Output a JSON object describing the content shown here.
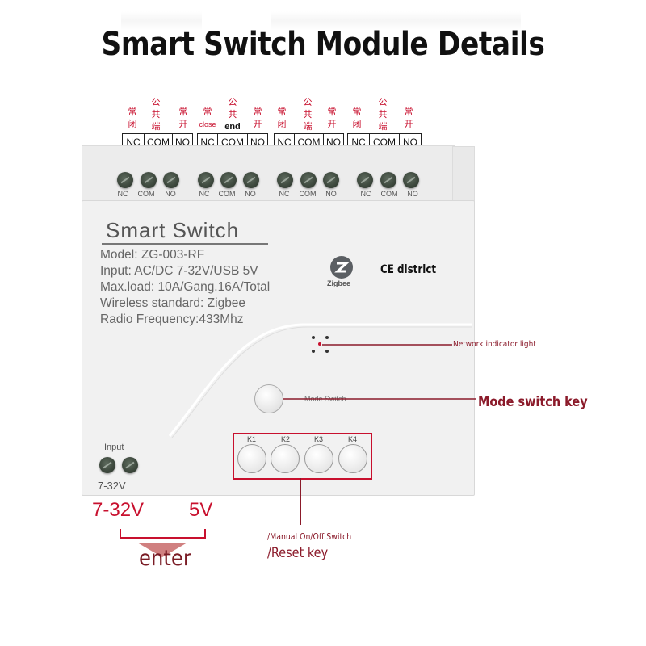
{
  "title": "Smart Switch Module Details",
  "terminal_groups": [
    {
      "cn": [
        "常闭",
        "公共端",
        "常开"
      ],
      "boxes": [
        "NC",
        "COM",
        "NO"
      ]
    },
    {
      "cn_top": [
        "常",
        "公",
        "常"
      ],
      "cn_bottom": [
        "close",
        "end",
        "开"
      ],
      "cn_mid": [
        "",
        "共",
        ""
      ],
      "boxes": [
        "NC",
        "COM",
        "NO"
      ]
    },
    {
      "cn": [
        "常闭",
        "公共端",
        "常开"
      ],
      "boxes": [
        "NC",
        "COM",
        "NO"
      ]
    },
    {
      "cn": [
        "常闭",
        "公共端",
        "常开"
      ],
      "boxes": [
        "NC",
        "COM",
        "NO"
      ]
    }
  ],
  "terminal_labels": [
    "NC",
    "COM",
    "NO",
    "NC",
    "COM",
    "NO",
    "NC",
    "COM",
    "NO",
    "NC",
    "COM",
    "NO"
  ],
  "device": {
    "name": "Smart  Switch",
    "specs": [
      "Model:  ZG-003-RF",
      "Input:  AC/DC 7-32V/USB 5V",
      "Max.load:  10A/Gang.16A/Total",
      "Wireless standard:  Zigbee",
      "Radio Frequency:433Mhz"
    ],
    "logo_text": "Zigbee",
    "ce_text": "CE district",
    "mode_switch_label": "Mode Switch",
    "keys": [
      "K1",
      "K2",
      "K3",
      "K4"
    ],
    "input_label": "Input",
    "input_voltage": "7-32V"
  },
  "annotations": {
    "network_indicator": "Network indicator light",
    "mode_switch_key": "Mode switch key",
    "manual_switch": "/Manual On/Off Switch",
    "reset_key": "/Reset key",
    "voltage_left": "7-32V",
    "voltage_right": "5V",
    "enter": "enter"
  },
  "colors": {
    "accent_red": "#c8102e",
    "annotation_red": "#8b1a2a",
    "device_body": "#f1f1f1"
  }
}
